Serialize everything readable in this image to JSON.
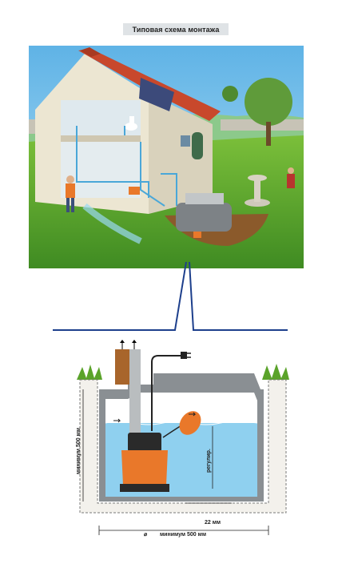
{
  "title": "Типовая схема монтажа",
  "tank_diagram": {
    "label_min_500_vertical": "минимум 500 мм",
    "label_adjustable": "регулир.",
    "label_22mm": "22 мм",
    "label_diameter": "⌀",
    "label_min_500_horizontal": "минимум 500 мм"
  },
  "colors": {
    "sky": "#7fc1e8",
    "grass": "#5aa32a",
    "house_wall": "#e8e2cf",
    "roof": "#c8482c",
    "connector_line": "#1d3f8c",
    "water": "#8fd0ef",
    "pump_orange": "#e9782a",
    "tank_grey": "#8a8f93"
  }
}
